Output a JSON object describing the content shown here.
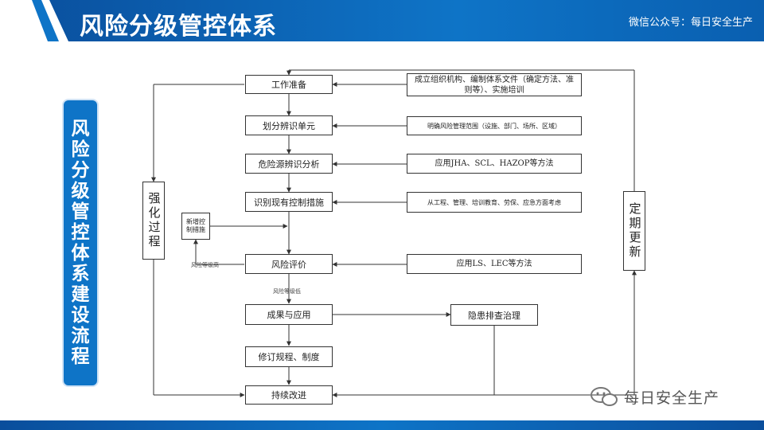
{
  "header": {
    "title": "风险分级管控体系",
    "subtitle": "微信公众号：每日安全生产"
  },
  "vertical_label": "风险分级管控体系建设流程",
  "flow": {
    "steps": [
      "工作准备",
      "划分辨识单元",
      "危险源辨识分析",
      "识别现有控制措施",
      "风险评价",
      "成果与应用",
      "修订规程、制度",
      "持续改进"
    ],
    "inputs": [
      "成立组织机构、编制体系文件（确定方法、准则等）、实施培训",
      "明确风险管理范围（设施、部门、场所、区域）",
      "应用JHA、SCL、HAZOP等方法",
      "从工程、管理、培训教育、劳保、应急方面考虑",
      "应用LS、LEC等方法"
    ],
    "hazard_box": "隐患排查治理",
    "new_controls": "新增控制措施",
    "left_loop": "强化过程",
    "right_loop": "定期更新",
    "risk_grade_label": "风险等级高",
    "risk_grade_flow_label": "风险等级低"
  },
  "watermark": {
    "text": "每日安全生产"
  },
  "colors": {
    "header_blue": "#0e74c7",
    "header_dark": "#0a4e9c",
    "line": "#333333"
  }
}
